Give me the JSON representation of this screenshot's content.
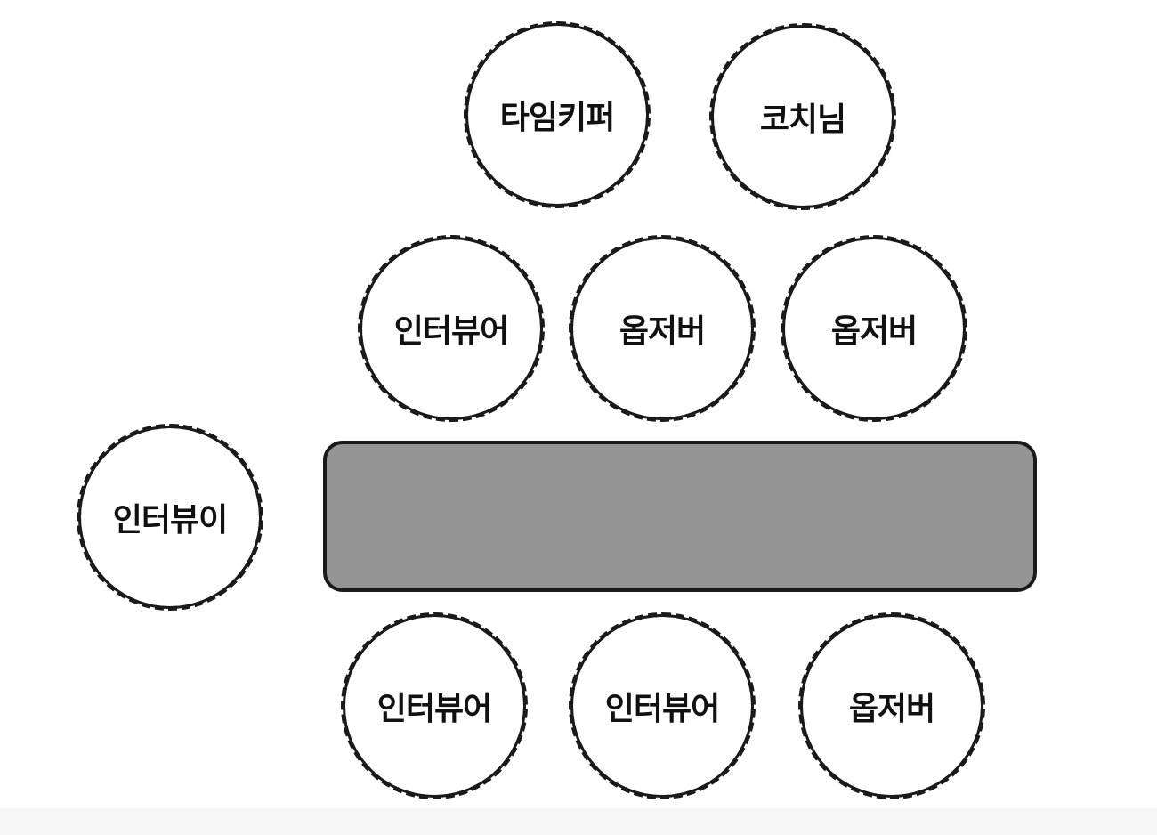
{
  "seats": [
    {
      "label": "타임키퍼"
    },
    {
      "label": "코치님"
    },
    {
      "label": "인터뷰어"
    },
    {
      "label": "옵저버"
    },
    {
      "label": "옵저버"
    },
    {
      "label": "인터뷰이"
    },
    {
      "label": "인터뷰어"
    },
    {
      "label": "인터뷰어"
    },
    {
      "label": "옵저버"
    }
  ],
  "colors": {
    "table_fill": "#949494",
    "outline": "#1a1a1a",
    "background": "#ffffff"
  }
}
